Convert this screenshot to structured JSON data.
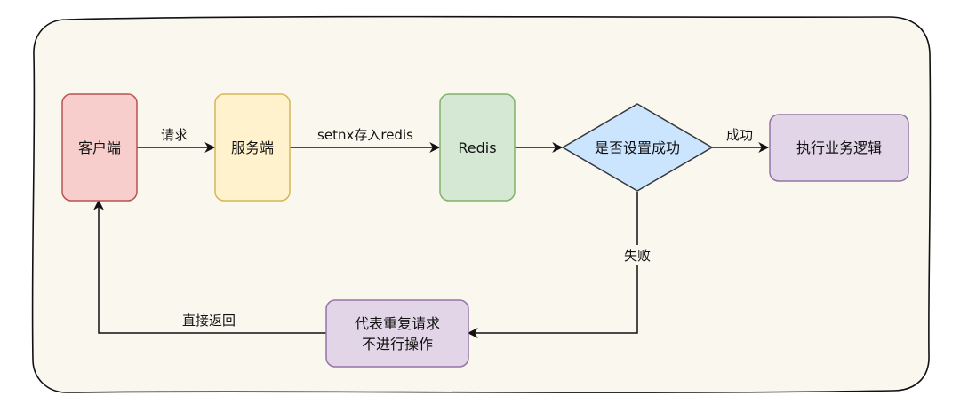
{
  "nodes": {
    "client": "客户端",
    "server": "服务端",
    "redis": "Redis",
    "decision": "是否设置成功",
    "business": "执行业务逻辑",
    "reject_line1": "代表重复请求",
    "reject_line2": "不进行操作"
  },
  "edges": {
    "request": "请求",
    "setnx": "setnx存入redis",
    "success": "成功",
    "failure": "失败",
    "return": "直接返回"
  },
  "colors": {
    "container_fill": "#f9f7ee",
    "client_fill": "#f8cecc",
    "client_stroke": "#b85450",
    "server_fill": "#fff2cc",
    "server_stroke": "#d6b656",
    "redis_fill": "#d5e8d4",
    "redis_stroke": "#82b366",
    "decision_fill": "#cce5ff",
    "decision_stroke": "#36393d",
    "purple_fill": "#e1d5e7",
    "purple_stroke": "#9673a6"
  }
}
